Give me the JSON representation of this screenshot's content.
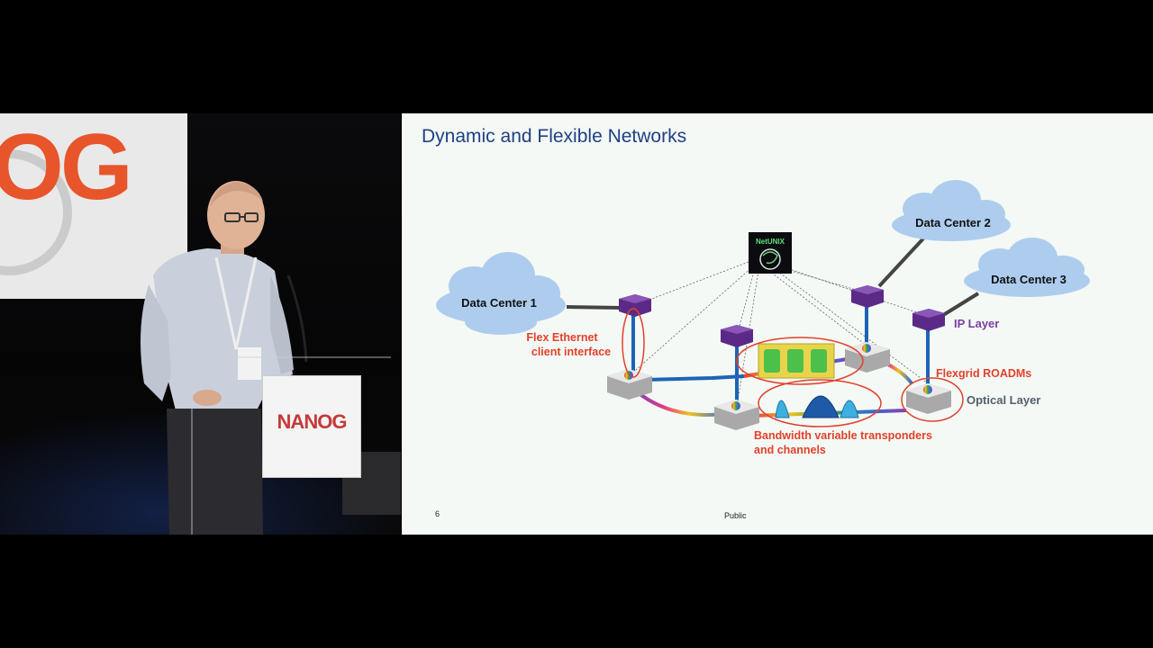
{
  "stage": {
    "banner_text": "OG",
    "podium_text": "NANOG"
  },
  "slide": {
    "title": "Dynamic and Flexible Networks",
    "page_number": "6",
    "classification": "Public",
    "controller_label": "NetUNIX",
    "data_center_1": "Data Center 1",
    "data_center_2": "Data Center 2",
    "data_center_3": "Data Center 3",
    "ip_layer_label": "IP Layer",
    "optical_layer_label": "Optical Layer",
    "flexgrid_label": "Flexgrid ROADMs",
    "flex_ethernet_line1": "Flex Ethernet",
    "flex_ethernet_line2": "client interface",
    "transponders_line1": "Bandwidth variable transponders",
    "transponders_line2": "and channels"
  },
  "colors": {
    "title_blue": "#1f3f86",
    "annotation_red": "#e2412b",
    "ip_purple": "#7a3fa0",
    "optical_gray": "#555f6b",
    "cloud_blue": "#aecdee",
    "router_purple": "#5b2a86",
    "fiber_blue": "#1d63b8"
  },
  "icons": [
    "controller-icon",
    "router-icon",
    "roadm-icon",
    "cloud-icon"
  ]
}
